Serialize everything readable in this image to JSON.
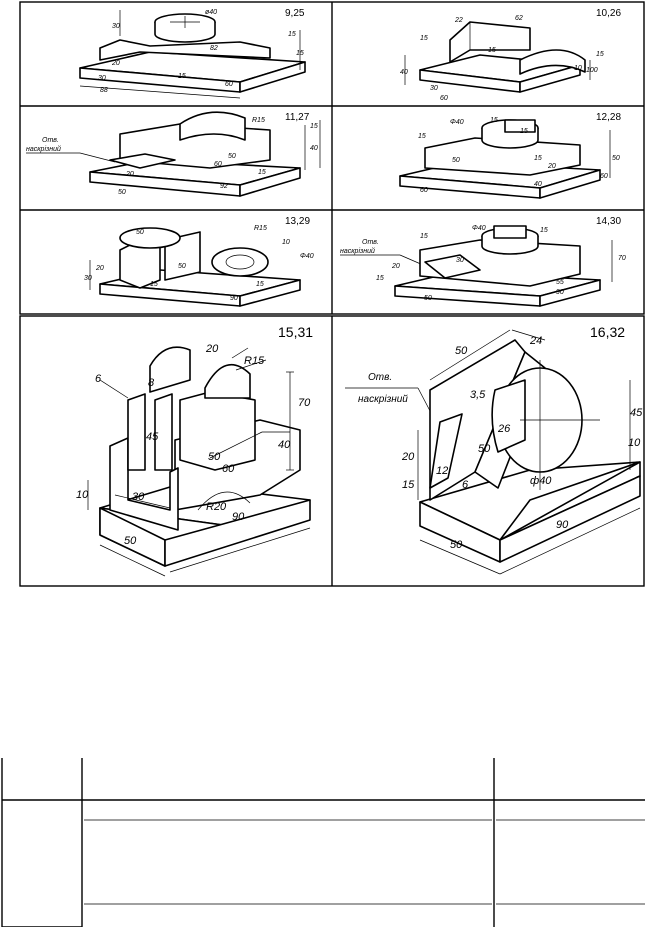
{
  "cards": [
    {
      "number": "9,25",
      "dims": [
        "ø40",
        "30",
        "15",
        "82",
        "15",
        "20",
        "15",
        "30",
        "60",
        "88"
      ]
    },
    {
      "number": "10,26",
      "dims": [
        "22",
        "62",
        "15",
        "15",
        "15",
        "10",
        "100",
        "40",
        "30",
        "60"
      ]
    },
    {
      "number": "11,27",
      "dims": [
        "R15",
        "50",
        "60",
        "40",
        "20",
        "15",
        "92",
        "15",
        "50"
      ],
      "note": "Отв.\nнаскрізний"
    },
    {
      "number": "12,28",
      "dims": [
        "Φ40",
        "15",
        "15",
        "15",
        "50",
        "15",
        "50",
        "20",
        "40",
        "60",
        "60"
      ]
    },
    {
      "number": "13,29",
      "dims": [
        "50",
        "R15",
        "10",
        "Φ40",
        "20",
        "30",
        "15",
        "15",
        "50",
        "90"
      ]
    },
    {
      "number": "14,30",
      "dims": [
        "Φ40",
        "15",
        "15",
        "30",
        "20",
        "15",
        "55",
        "90",
        "50",
        "70"
      ],
      "note": "Отв.\nнаскрізний"
    },
    {
      "number": "15,31",
      "dims": [
        "6",
        "20",
        "8",
        "R15",
        "70",
        "45",
        "40",
        "50",
        "60",
        "10",
        "30",
        "R20",
        "90",
        "50"
      ]
    },
    {
      "number": "16,32",
      "dims": [
        "50",
        "24",
        "3,5",
        "45",
        "26",
        "20",
        "50",
        "10",
        "12",
        "15",
        "6",
        "ф40",
        "90",
        "50"
      ],
      "note": "Отв.\nнаскрізний"
    }
  ]
}
